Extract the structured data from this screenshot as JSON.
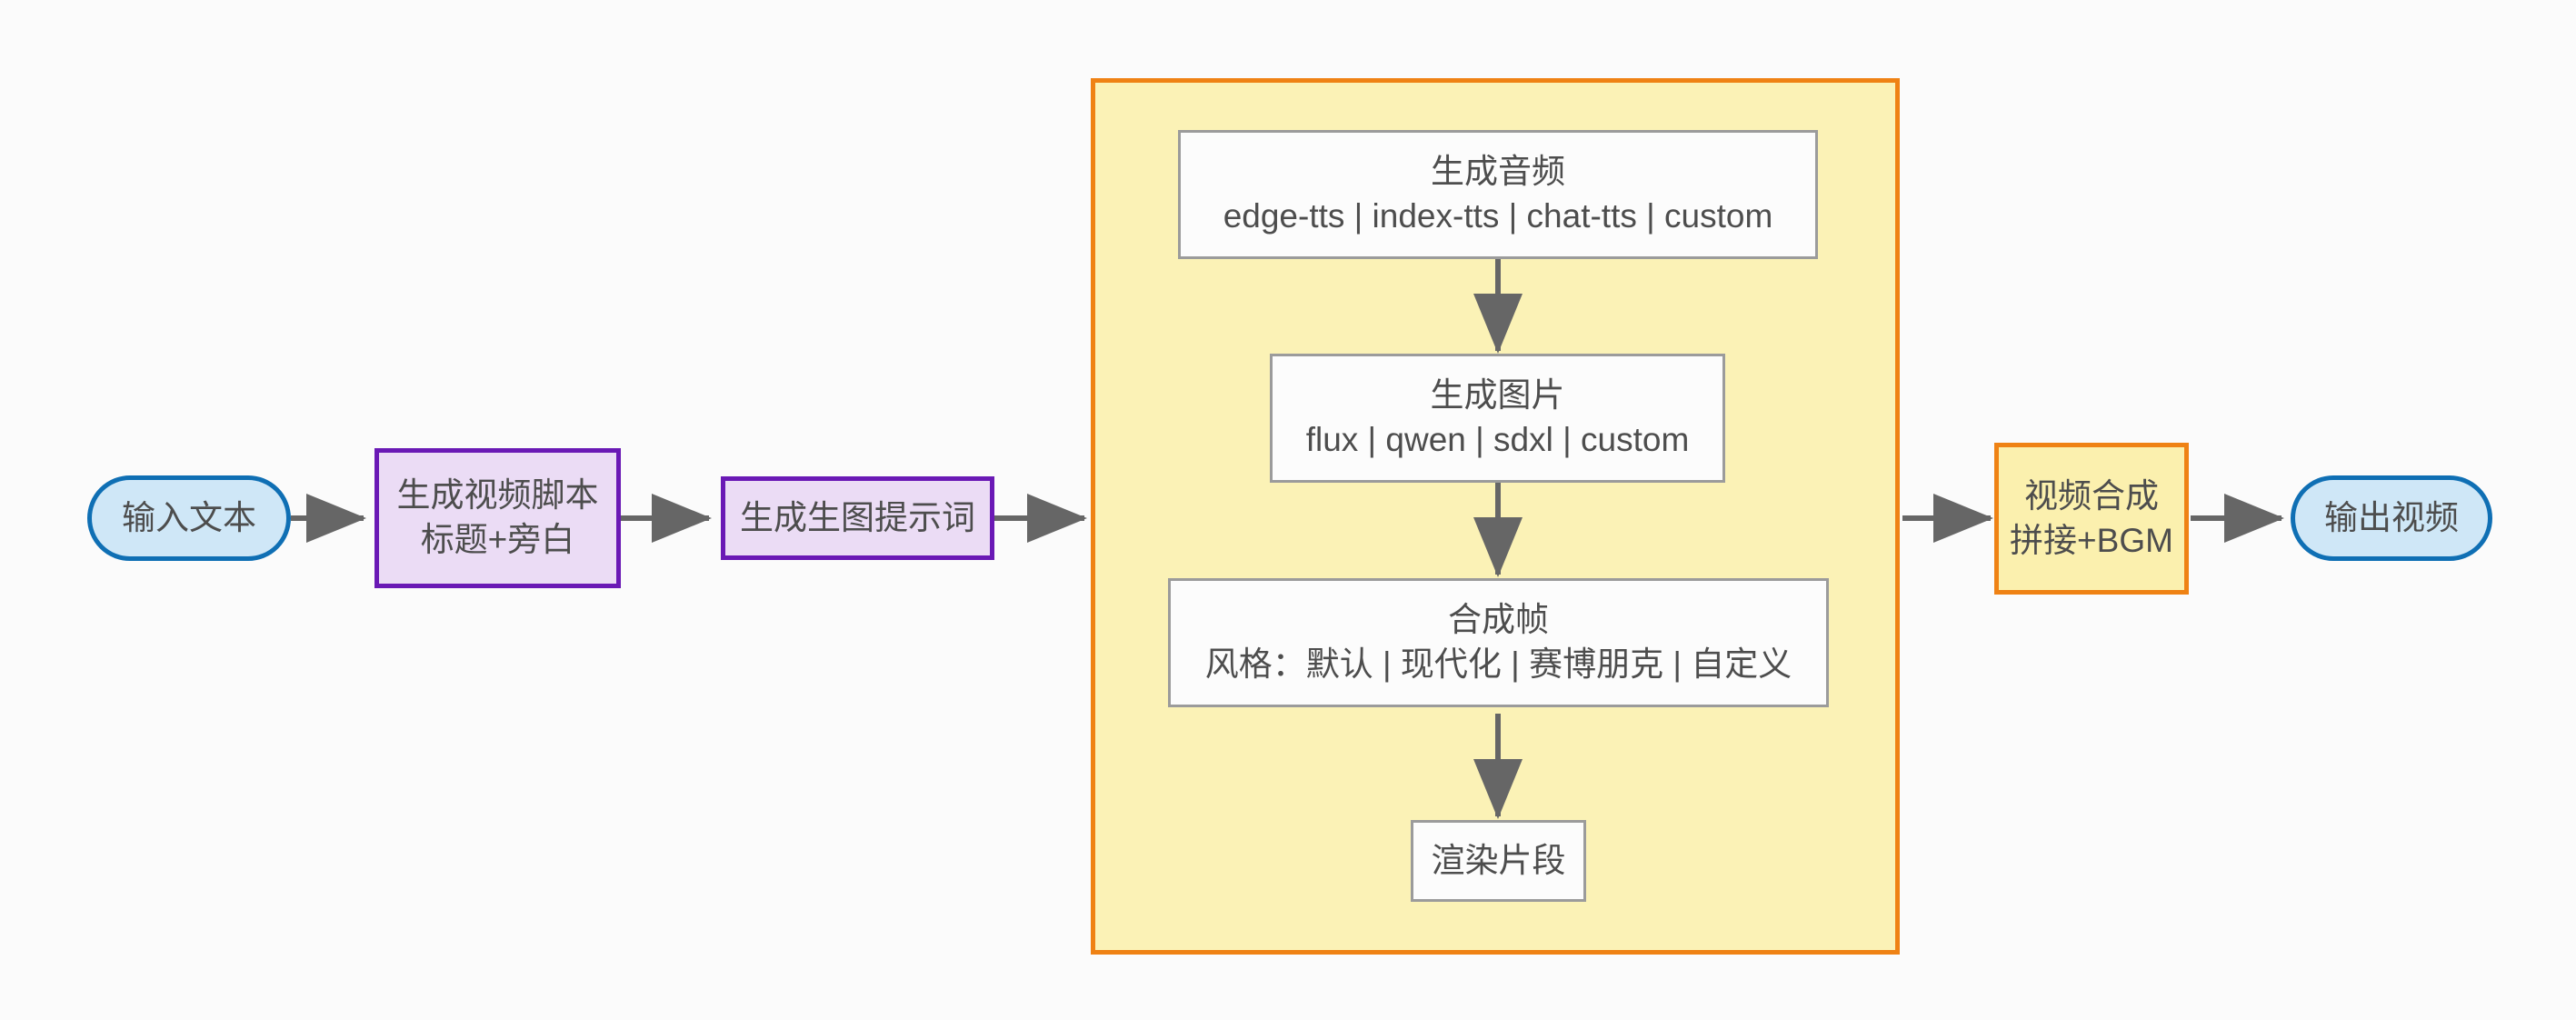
{
  "diagram": {
    "title_present": false,
    "direction": "left-to-right",
    "background_color": "#fbfbfb",
    "edge_color": "#666666",
    "text_color": "#4d4d4d"
  },
  "colors": {
    "terminal_fill": "#cfe7f7",
    "terminal_stroke": "#0f6fb4",
    "purple_fill": "#ebdcf5",
    "purple_stroke": "#6a19b5",
    "orange_fill": "#fbf0ae",
    "orange_stroke": "#ef8214",
    "subgraph_fill": "#fbf2b6",
    "subgraph_stroke": "#ef8214",
    "plain_fill": "#fcfcfc",
    "plain_stroke": "#9b9b9b"
  },
  "nodes": {
    "input_text": {
      "label": "输入文本",
      "shape": "stadium"
    },
    "script_gen": {
      "line1": "生成视频脚本",
      "line2": "标题+旁白",
      "shape": "rect"
    },
    "prompt_gen": {
      "label": "生成生图提示词",
      "shape": "rect"
    },
    "gen_audio": {
      "line1": "生成音频",
      "line2": "edge-tts | index-tts | chat-tts | custom",
      "shape": "rect"
    },
    "gen_image": {
      "line1": "生成图片",
      "line2": "flux | qwen | sdxl | custom",
      "shape": "rect"
    },
    "compose_frame": {
      "line1": "合成帧",
      "line2": "风格：默认 | 现代化 | 赛博朋克 | 自定义",
      "shape": "rect"
    },
    "render_clip": {
      "label": "渲染片段",
      "shape": "rect"
    },
    "video_merge": {
      "line1": "视频合成",
      "line2": "拼接+BGM",
      "shape": "rect"
    },
    "output_video": {
      "label": "输出视频",
      "shape": "stadium"
    }
  },
  "edges": [
    {
      "from": "input_text",
      "to": "script_gen",
      "label": ""
    },
    {
      "from": "script_gen",
      "to": "prompt_gen",
      "label": ""
    },
    {
      "from": "prompt_gen",
      "to": "pipeline_subgraph",
      "label": ""
    },
    {
      "from": "gen_audio",
      "to": "gen_image",
      "label": ""
    },
    {
      "from": "gen_image",
      "to": "compose_frame",
      "label": ""
    },
    {
      "from": "compose_frame",
      "to": "render_clip",
      "label": ""
    },
    {
      "from": "pipeline_subgraph",
      "to": "video_merge",
      "label": ""
    },
    {
      "from": "video_merge",
      "to": "output_video",
      "label": ""
    }
  ]
}
